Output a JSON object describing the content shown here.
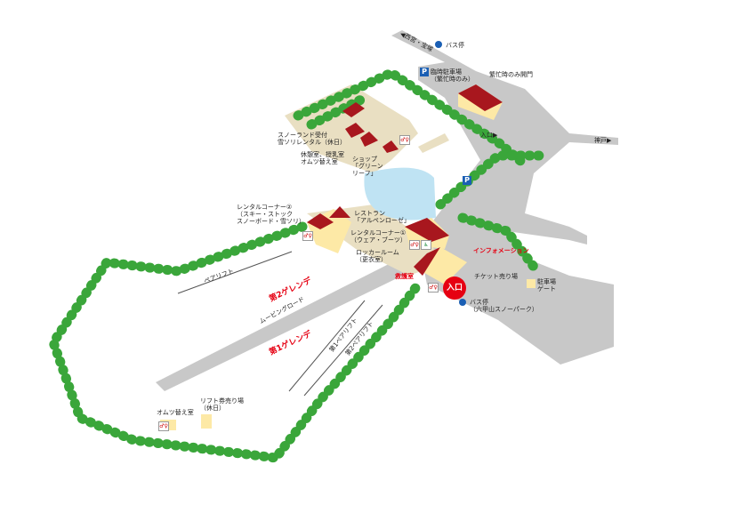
{
  "roads": {
    "to_nishinomiya": "◀西宮・宝塚",
    "to_kobe": "神戸▶"
  },
  "bus_stop_top": "バス停",
  "temp_parking": "臨時駐車場",
  "temp_parking_note": "（繁忙時のみ）",
  "busy_gate": "繁忙時のみ開門",
  "entrance_small": "入口▶",
  "parking_icon": "P",
  "snowland": [
    "スノーランド受付",
    "雪ソリレンタル（休日）"
  ],
  "rest_room": [
    "休憩室、授乳室",
    "オムツ替え室"
  ],
  "shop": [
    "ショップ",
    "「グリーン",
    "リーフ」"
  ],
  "rental2": [
    "レンタルコーナー②",
    "（スキー・ストック",
    "スノーボード・雪ソリ）"
  ],
  "restaurant": [
    "レストラン",
    "「アルペンローゼ」"
  ],
  "rental1": [
    "レンタルコーナー①",
    "（ウェア・ブーツ）"
  ],
  "locker": [
    "ロッカールーム",
    "（更衣室）"
  ],
  "information": "インフォメーション",
  "first_aid": "救護室",
  "ticket": "チケット売り場",
  "entrance": "入口",
  "parking_gate": [
    "駐車場",
    "ゲート"
  ],
  "bus_stop_main": [
    "バス停",
    "（六甲山スノーパーク）"
  ],
  "diaper": "オムツ替え室",
  "lift_ticket": [
    "リフト券売り場",
    "（休日）"
  ],
  "slopes": {
    "upper": "第2ゲレンデ",
    "lower": "第1ゲレンデ"
  },
  "lifts": {
    "top": "ペアリフト",
    "moving_road": "ムービングロード",
    "lift1": "第1ペアリフト",
    "lift2": "第2ペアリフト"
  },
  "wc_icon": "♂♀",
  "accessible_icon": "♿",
  "colors": {
    "road": "#c8c8c8",
    "path": "#e9dfc2",
    "pond": "#bfe3f3",
    "roof": "#a8171e",
    "wall": "#fde9a6",
    "tree": "#3aa63a",
    "accent": "#e60012",
    "bus": "#1a5fb4"
  }
}
